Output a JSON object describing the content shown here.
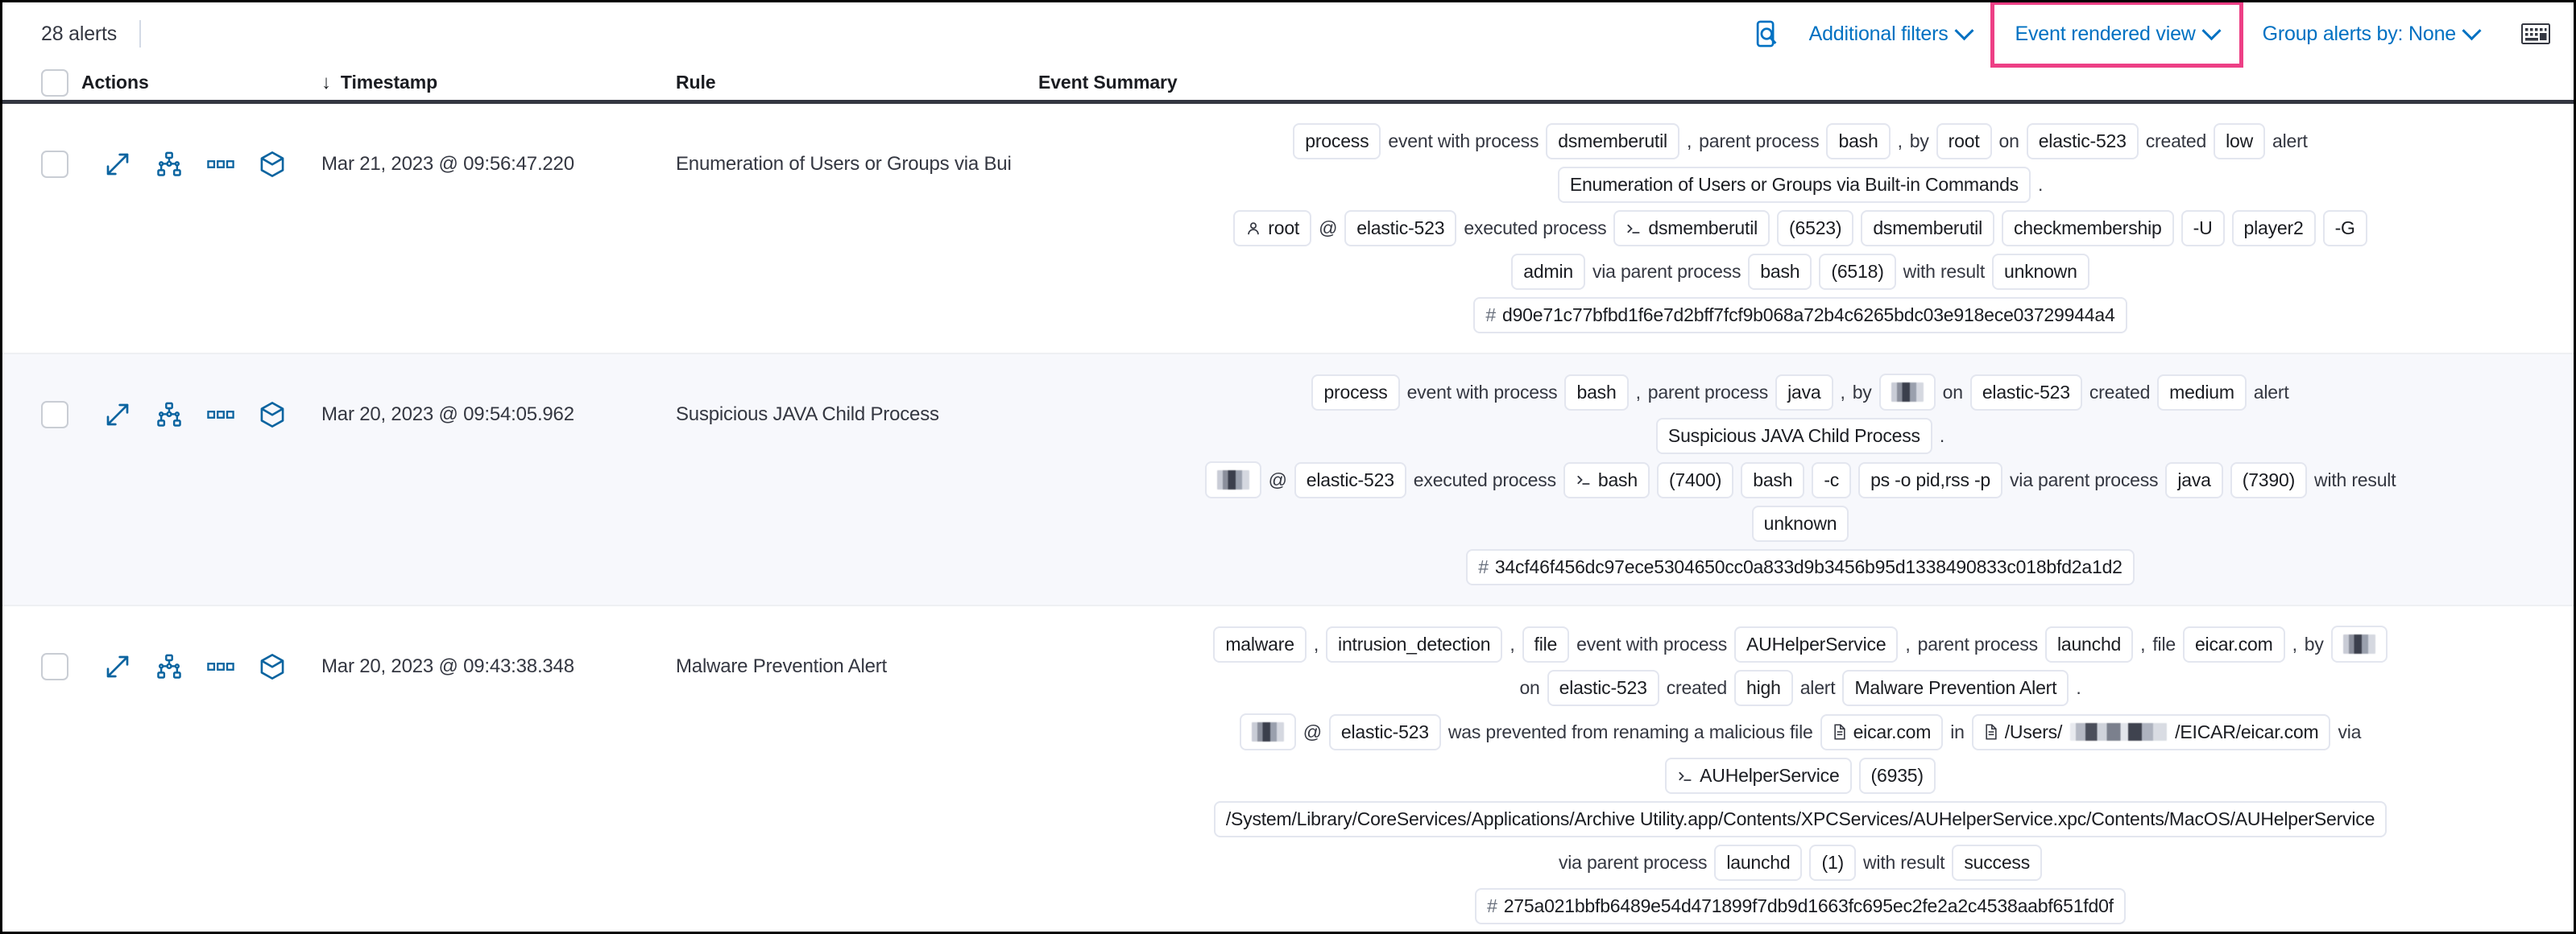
{
  "toolbar": {
    "alert_count": "28 alerts",
    "inspect_icon": "inspect-icon",
    "additional_filters": "Additional filters",
    "event_rendered_view": "Event rendered view",
    "group_alerts_by": "Group alerts by: None",
    "keyboard_icon": "keyboard-icon",
    "highlight_color": "#ed3f85",
    "link_color": "#0071c2"
  },
  "table": {
    "headers": {
      "actions": "Actions",
      "timestamp": "Timestamp",
      "rule": "Rule",
      "event_summary": "Event Summary",
      "sort_arrow": "↓"
    },
    "row_actions": [
      "expand-icon",
      "analyzer-icon",
      "more-actions-icon",
      "session-view-icon"
    ],
    "rows": [
      {
        "timestamp": "Mar 21, 2023 @ 09:56:47.220",
        "rule": "Enumeration of Users or Groups via Bui",
        "summary_lines": [
          [
            {
              "t": "tok",
              "v": "process"
            },
            {
              "t": "txt",
              "v": "event with process"
            },
            {
              "t": "tok",
              "v": "dsmemberutil"
            },
            {
              "t": "punct",
              "v": ","
            },
            {
              "t": "txt",
              "v": "parent process"
            },
            {
              "t": "tok",
              "v": "bash"
            },
            {
              "t": "punct",
              "v": ","
            },
            {
              "t": "txt",
              "v": "by"
            },
            {
              "t": "tok",
              "v": "root"
            },
            {
              "t": "txt",
              "v": "on"
            },
            {
              "t": "tok",
              "v": "elastic-523"
            },
            {
              "t": "txt",
              "v": "created"
            },
            {
              "t": "tok",
              "v": "low"
            },
            {
              "t": "txt",
              "v": "alert"
            }
          ],
          [
            {
              "t": "tok",
              "v": "Enumeration of Users or Groups via Built-in Commands"
            },
            {
              "t": "txt",
              "v": "."
            }
          ],
          [
            {
              "t": "tok",
              "v": "root",
              "icon": "user-icon"
            },
            {
              "t": "txt",
              "v": "@"
            },
            {
              "t": "tok",
              "v": "elastic-523"
            },
            {
              "t": "txt",
              "v": "executed process"
            },
            {
              "t": "tok",
              "v": "dsmemberutil",
              "icon": "console-icon"
            },
            {
              "t": "tok",
              "v": "(6523)"
            },
            {
              "t": "tok",
              "v": "dsmemberutil"
            },
            {
              "t": "tok",
              "v": "checkmembership"
            },
            {
              "t": "tok",
              "v": "-U"
            },
            {
              "t": "tok",
              "v": "player2"
            },
            {
              "t": "tok",
              "v": "-G"
            }
          ],
          [
            {
              "t": "tok",
              "v": "admin"
            },
            {
              "t": "txt",
              "v": "via parent process"
            },
            {
              "t": "tok",
              "v": "bash"
            },
            {
              "t": "tok",
              "v": "(6518)"
            },
            {
              "t": "txt",
              "v": "with result"
            },
            {
              "t": "tok",
              "v": "unknown"
            }
          ],
          [
            {
              "t": "tok",
              "v": "d90e71c77bfbd1f6e7d2bff7fcf9b068a72b4c6265bdc03e918ece03729944a4",
              "icon": "hash-icon"
            }
          ]
        ]
      },
      {
        "timestamp": "Mar 20, 2023 @ 09:54:05.962",
        "rule": "Suspicious JAVA Child Process",
        "summary_lines": [
          [
            {
              "t": "tok",
              "v": "process"
            },
            {
              "t": "txt",
              "v": "event with process"
            },
            {
              "t": "tok",
              "v": "bash"
            },
            {
              "t": "punct",
              "v": ","
            },
            {
              "t": "txt",
              "v": "parent process"
            },
            {
              "t": "tok",
              "v": "java"
            },
            {
              "t": "punct",
              "v": ","
            },
            {
              "t": "txt",
              "v": "by"
            },
            {
              "t": "tok",
              "v": "",
              "redact": "sm"
            },
            {
              "t": "txt",
              "v": "on"
            },
            {
              "t": "tok",
              "v": "elastic-523"
            },
            {
              "t": "txt",
              "v": "created"
            },
            {
              "t": "tok",
              "v": "medium"
            },
            {
              "t": "txt",
              "v": "alert"
            }
          ],
          [
            {
              "t": "tok",
              "v": "Suspicious JAVA Child Process"
            },
            {
              "t": "txt",
              "v": "."
            }
          ],
          [
            {
              "t": "tok",
              "v": "",
              "redact": "sm"
            },
            {
              "t": "txt",
              "v": "@"
            },
            {
              "t": "tok",
              "v": "elastic-523"
            },
            {
              "t": "txt",
              "v": "executed process"
            },
            {
              "t": "tok",
              "v": "bash",
              "icon": "console-icon"
            },
            {
              "t": "tok",
              "v": "(7400)"
            },
            {
              "t": "tok",
              "v": "bash"
            },
            {
              "t": "tok",
              "v": "-c"
            },
            {
              "t": "tok",
              "v": "ps -o pid,rss -p"
            },
            {
              "t": "txt",
              "v": "via parent process"
            },
            {
              "t": "tok",
              "v": "java"
            },
            {
              "t": "tok",
              "v": "(7390)"
            },
            {
              "t": "txt",
              "v": "with result"
            }
          ],
          [
            {
              "t": "tok",
              "v": "unknown"
            }
          ],
          [
            {
              "t": "tok",
              "v": "34cf46f456dc97ece5304650cc0a833d9b3456b95d1338490833c018bfd2a1d2",
              "icon": "hash-icon"
            }
          ]
        ]
      },
      {
        "timestamp": "Mar 20, 2023 @ 09:43:38.348",
        "rule": "Malware Prevention Alert",
        "summary_lines": [
          [
            {
              "t": "tok",
              "v": "malware"
            },
            {
              "t": "punct",
              "v": ","
            },
            {
              "t": "tok",
              "v": "intrusion_detection"
            },
            {
              "t": "punct",
              "v": ","
            },
            {
              "t": "tok",
              "v": "file"
            },
            {
              "t": "txt",
              "v": "event with process"
            },
            {
              "t": "tok",
              "v": "AUHelperService"
            },
            {
              "t": "punct",
              "v": ","
            },
            {
              "t": "txt",
              "v": "parent process"
            },
            {
              "t": "tok",
              "v": "launchd"
            },
            {
              "t": "punct",
              "v": ","
            },
            {
              "t": "txt",
              "v": "file"
            },
            {
              "t": "tok",
              "v": "eicar.com"
            },
            {
              "t": "punct",
              "v": ","
            },
            {
              "t": "txt",
              "v": "by"
            },
            {
              "t": "tok",
              "v": "",
              "redact": "sm"
            }
          ],
          [
            {
              "t": "txt",
              "v": "on"
            },
            {
              "t": "tok",
              "v": "elastic-523"
            },
            {
              "t": "txt",
              "v": "created"
            },
            {
              "t": "tok",
              "v": "high"
            },
            {
              "t": "txt",
              "v": "alert"
            },
            {
              "t": "tok",
              "v": "Malware Prevention Alert"
            },
            {
              "t": "txt",
              "v": "."
            }
          ],
          [
            {
              "t": "tok",
              "v": "",
              "redact": "sm"
            },
            {
              "t": "txt",
              "v": "@"
            },
            {
              "t": "tok",
              "v": "elastic-523"
            },
            {
              "t": "txt",
              "v": "was prevented from renaming a malicious file"
            },
            {
              "t": "tok",
              "v": "eicar.com",
              "icon": "file-icon"
            },
            {
              "t": "txt",
              "v": "in"
            },
            {
              "t": "tok",
              "v": "/Users/",
              "v2": "/EICAR/eicar.com",
              "icon": "file-icon",
              "redact": "inl"
            },
            {
              "t": "txt",
              "v": "via"
            }
          ],
          [
            {
              "t": "tok",
              "v": "AUHelperService",
              "icon": "console-icon"
            },
            {
              "t": "tok",
              "v": "(6935)"
            }
          ],
          [
            {
              "t": "tok",
              "v": "/System/Library/CoreServices/Applications/Archive Utility.app/Contents/XPCServices/AUHelperService.xpc/Contents/MacOS/AUHelperService"
            }
          ],
          [
            {
              "t": "txt",
              "v": "via parent process"
            },
            {
              "t": "tok",
              "v": "launchd"
            },
            {
              "t": "tok",
              "v": "(1)"
            },
            {
              "t": "txt",
              "v": "with result"
            },
            {
              "t": "tok",
              "v": "success"
            }
          ],
          [
            {
              "t": "tok",
              "v": "275a021bbfb6489e54d471899f7db9d1663fc695ec2fe2a2c4538aabf651fd0f",
              "icon": "hash-icon"
            }
          ]
        ]
      }
    ]
  }
}
